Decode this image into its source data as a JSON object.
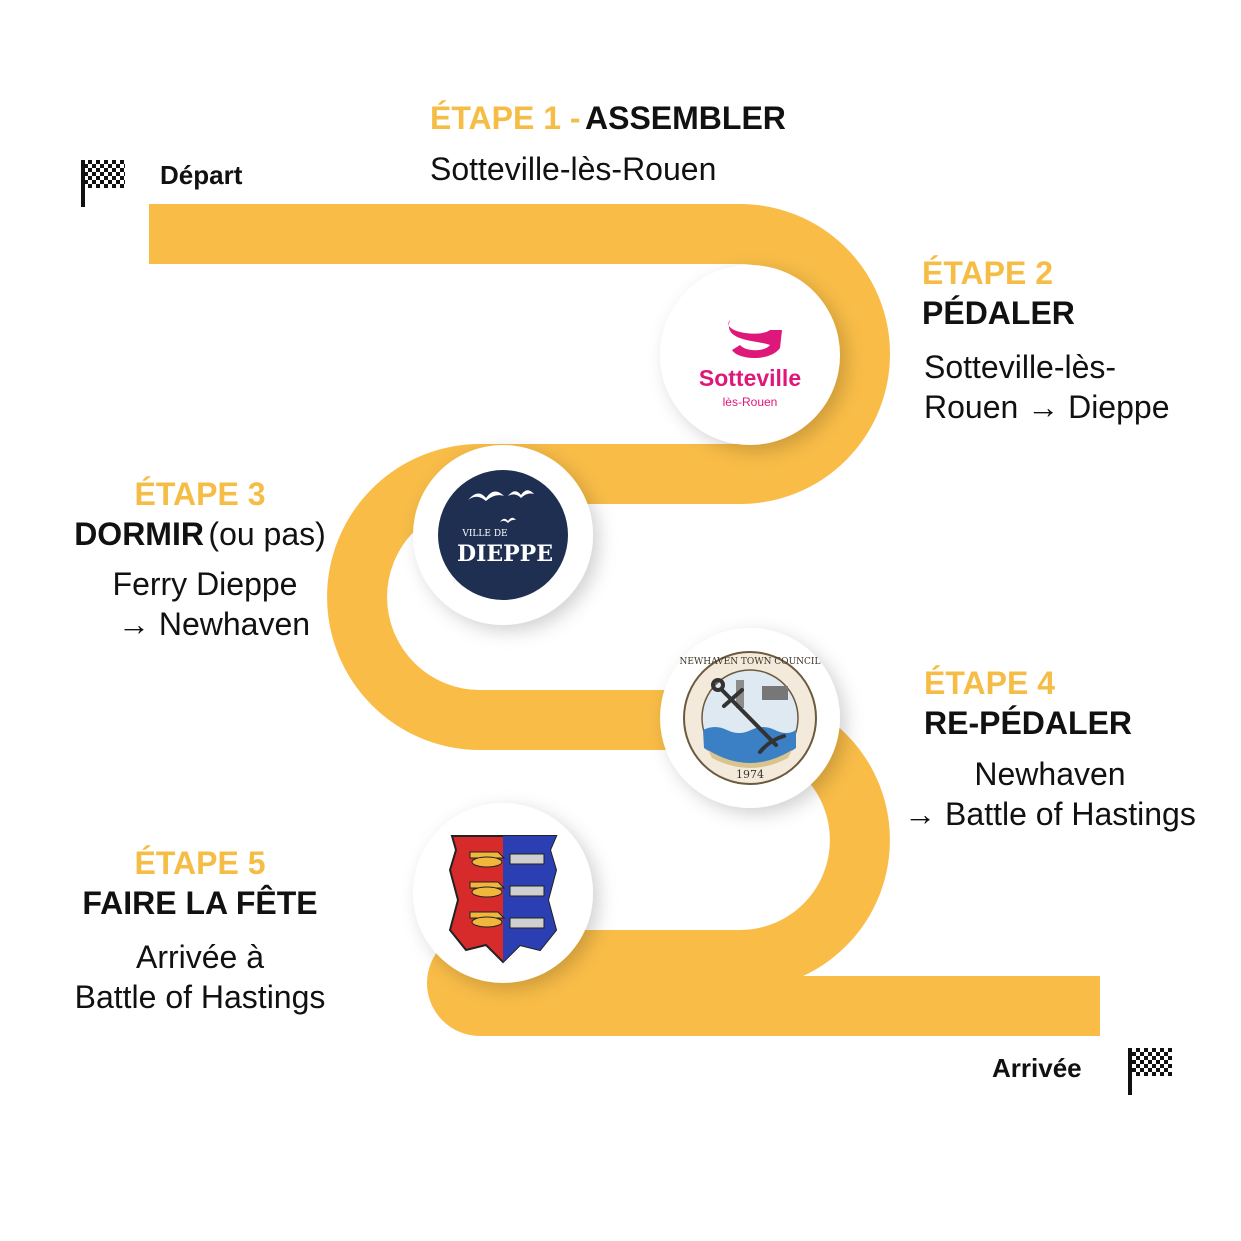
{
  "start": {
    "label": "Départ"
  },
  "finish": {
    "label": "Arrivée"
  },
  "stages": [
    {
      "stage": "ÉTAPE 1 -",
      "verb": "ASSEMBLER",
      "place": [
        "Sotteville-lès-Rouen"
      ]
    },
    {
      "stage": "ÉTAPE 2",
      "verb": "PÉDALER",
      "place": [
        "Sotteville-lès-",
        "Rouen → Dieppe"
      ]
    },
    {
      "stage": "ÉTAPE 3",
      "verb": "DORMIR",
      "verb_suffix": "(ou pas)",
      "place": [
        "Ferry Dieppe",
        "→ Newhaven"
      ]
    },
    {
      "stage": "ÉTAPE 4",
      "verb": "RE-PÉDALER",
      "place": [
        "Newhaven",
        "→ Battle of Hastings"
      ]
    },
    {
      "stage": "ÉTAPE 5",
      "verb": "FAIRE LA FÊTE",
      "place": [
        "Arrivée à",
        "Battle of Hastings"
      ]
    }
  ],
  "logos": {
    "sotteville": {
      "name": "Sotteville",
      "sub": "lès-Rouen"
    },
    "dieppe": {
      "top": "VILLE DE",
      "name": "DIEPPE"
    },
    "newhaven": {
      "ring": "NEWHAVEN TOWN COUNCIL",
      "year": "1974"
    }
  },
  "colors": {
    "road": "#f8bc47",
    "stage": "#f5bd45",
    "text": "#111111",
    "dieppe_bg": "#1f2f52",
    "sotteville": "#e0177a"
  }
}
